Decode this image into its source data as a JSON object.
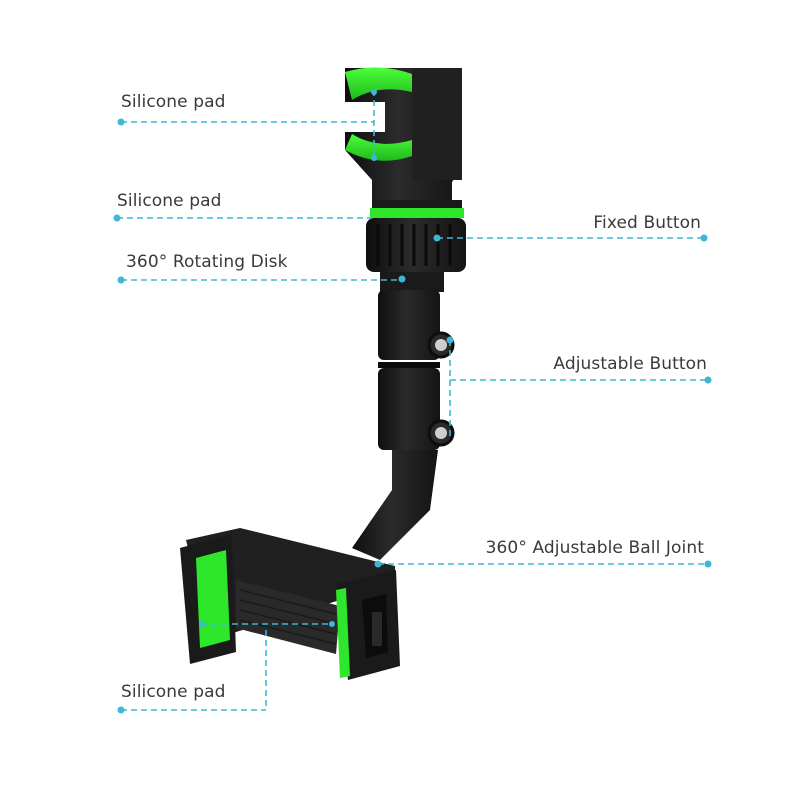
{
  "diagram": {
    "subject": "Rearview mirror phone holder",
    "colors": {
      "body": "#1c1c1c",
      "body_highlight": "#3a3a3a",
      "accent_green": "#2ee62a",
      "leader_line": "#3fb6d6",
      "label_text": "#3a3a3a",
      "background": "#ffffff"
    },
    "callouts": [
      {
        "id": "top-silicone-pad",
        "label": "Silicone pad",
        "side": "left"
      },
      {
        "id": "ring-silicone-pad",
        "label": "Silicone pad",
        "side": "left"
      },
      {
        "id": "rotating-disk",
        "label": "360° Rotating Disk",
        "side": "left"
      },
      {
        "id": "fixed-button",
        "label": "Fixed Button",
        "side": "right"
      },
      {
        "id": "adjustable-button",
        "label": "Adjustable Button",
        "side": "right"
      },
      {
        "id": "ball-joint",
        "label": "360° Adjustable Ball Joint",
        "side": "right"
      },
      {
        "id": "bottom-silicone-pad",
        "label": "Silicone pad",
        "side": "left"
      }
    ]
  }
}
